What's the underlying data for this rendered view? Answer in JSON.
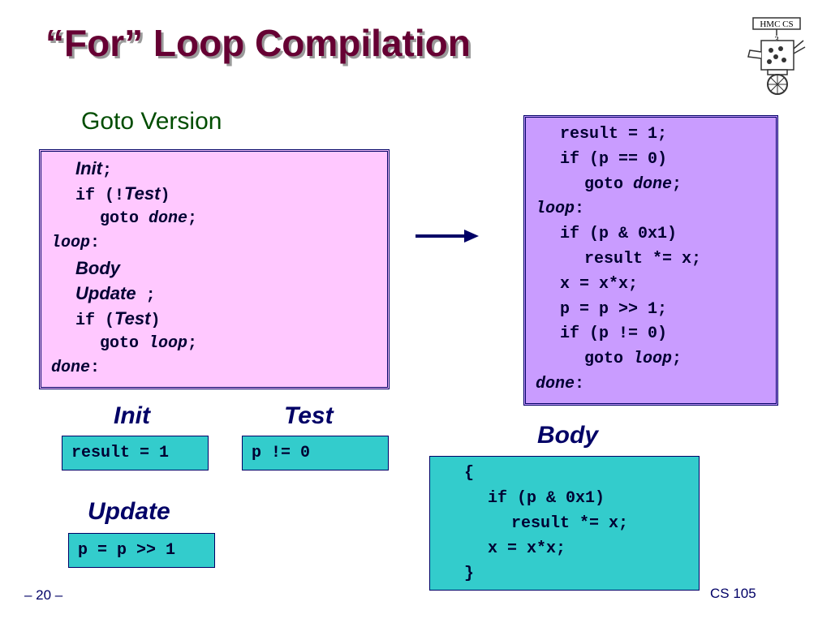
{
  "slide": {
    "title": "“For” Loop Compilation",
    "page_number": "– 20 –",
    "course": "CS 105"
  },
  "logo": {
    "text": "HMC CS",
    "digit": "3"
  },
  "goto_section": {
    "label": "Goto Version",
    "lines": [
      {
        "parts": [
          {
            "t": "Init",
            "s": "it-sans"
          },
          {
            "t": ";",
            "s": "mono"
          }
        ]
      },
      {
        "parts": [
          {
            "t": "if (!",
            "s": "mono"
          },
          {
            "t": "Test",
            "s": "it-sans"
          },
          {
            "t": ")",
            "s": "mono"
          }
        ]
      },
      {
        "parts": [
          {
            "t": "goto ",
            "s": "mono"
          },
          {
            "t": "done",
            "s": "it-mono"
          },
          {
            "t": ";",
            "s": "mono"
          }
        ]
      },
      {
        "parts": [
          {
            "t": "loop",
            "s": "it-mono"
          },
          {
            "t": ":",
            "s": "mono"
          }
        ]
      },
      {
        "parts": [
          {
            "t": "Body",
            "s": "it-sans"
          }
        ]
      },
      {
        "parts": [
          {
            "t": "Update",
            "s": "it-sans"
          },
          {
            "t": " ;",
            "s": "mono"
          }
        ]
      },
      {
        "parts": [
          {
            "t": "if (",
            "s": "mono"
          },
          {
            "t": "Test",
            "s": "it-sans"
          },
          {
            "t": ")",
            "s": "mono"
          }
        ]
      },
      {
        "parts": [
          {
            "t": "goto ",
            "s": "mono"
          },
          {
            "t": "loop",
            "s": "it-mono"
          },
          {
            "t": ";",
            "s": "mono"
          }
        ]
      },
      {
        "parts": [
          {
            "t": "done",
            "s": "it-mono"
          },
          {
            "t": ":",
            "s": "mono"
          }
        ]
      }
    ]
  },
  "compiled_code": {
    "lines": [
      {
        "parts": [
          {
            "t": "result = 1;",
            "s": "mono"
          }
        ]
      },
      {
        "parts": [
          {
            "t": "if (p == 0)",
            "s": "mono"
          }
        ]
      },
      {
        "parts": [
          {
            "t": "goto ",
            "s": "mono"
          },
          {
            "t": "done",
            "s": "it-mono"
          },
          {
            "t": ";",
            "s": "mono"
          }
        ]
      },
      {
        "parts": [
          {
            "t": "loop",
            "s": "it-mono"
          },
          {
            "t": ":",
            "s": "mono"
          }
        ]
      },
      {
        "parts": [
          {
            "t": "if (p & 0x1)",
            "s": "mono"
          }
        ]
      },
      {
        "parts": [
          {
            "t": "result *= x;",
            "s": "mono"
          }
        ]
      },
      {
        "parts": [
          {
            "t": "x = x*x;",
            "s": "mono"
          }
        ]
      },
      {
        "parts": [
          {
            "t": "p = p >> 1;",
            "s": "mono"
          }
        ]
      },
      {
        "parts": [
          {
            "t": "if (p != 0)",
            "s": "mono"
          }
        ]
      },
      {
        "parts": [
          {
            "t": "goto ",
            "s": "mono"
          },
          {
            "t": "loop",
            "s": "it-mono"
          },
          {
            "t": ";",
            "s": "mono"
          }
        ]
      },
      {
        "parts": [
          {
            "t": "done",
            "s": "it-mono"
          },
          {
            "t": ":",
            "s": "mono"
          }
        ]
      }
    ]
  },
  "init": {
    "label": "Init",
    "code": "result = 1"
  },
  "test": {
    "label": "Test",
    "code": "p != 0"
  },
  "update": {
    "label": "Update",
    "code": "p = p >> 1"
  },
  "body": {
    "label": "Body",
    "lines": [
      "{",
      "if (p & 0x1)",
      "result *= x;",
      "x = x*x;",
      "}"
    ]
  },
  "colors": {
    "title": "#660033",
    "goto_box": "#ffc8ff",
    "compiled_box": "#c99cff",
    "part_box": "#33cccc",
    "label_green": "#004d00",
    "label_navy": "#000066"
  }
}
